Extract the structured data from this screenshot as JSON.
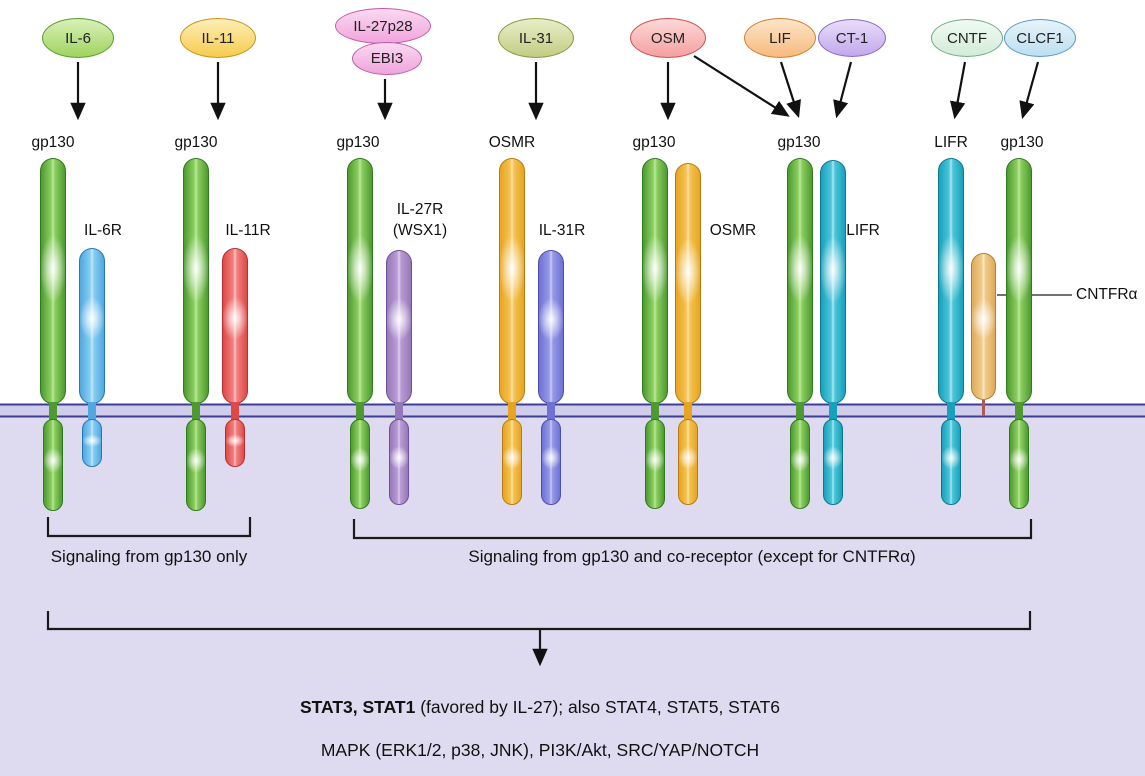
{
  "cytokines": [
    {
      "label": "IL-6"
    },
    {
      "label": "IL-11"
    },
    {
      "label": "IL-27p28"
    },
    {
      "label": "EBI3"
    },
    {
      "label": "IL-31"
    },
    {
      "label": "OSM"
    },
    {
      "label": "LIF"
    },
    {
      "label": "CT-1"
    },
    {
      "label": "CNTF"
    },
    {
      "label": "CLCF1"
    }
  ],
  "complexes": [
    {
      "primary": "gp130",
      "co": "IL-6R"
    },
    {
      "primary": "gp130",
      "co": "IL-11R"
    },
    {
      "primary": "gp130",
      "co": "IL-27R\n(WSX1)"
    },
    {
      "primary": "OSMR",
      "co": "IL-31R"
    },
    {
      "primary": "gp130",
      "co": "OSMR"
    },
    {
      "primary": "gp130",
      "co": "LIFR"
    },
    {
      "primary": "LIFR",
      "secondary": "gp130",
      "co": "CNTFRα"
    }
  ],
  "brackets": {
    "gp130_only": "Signaling from gp130 only",
    "gp130_co": "Signaling from gp130 and co-receptor (except for CNTFRα)"
  },
  "signaling": {
    "line1_bold": "STAT3, STAT1",
    "line1_rest": " (favored by IL-27); also STAT4, STAT5, STAT6",
    "line2": "MAPK (ERK1/2, p38, JNK), PI3K/Akt, SRC/YAP/NOTCH"
  },
  "colors": {
    "gp130": "#6cbf45",
    "IL6R": "#7ec8f0",
    "IL11R": "#f26a6a",
    "IL27R": "#b293cc",
    "OSMR": "#f3b13a",
    "IL31R": "#8b8ee4",
    "LIFR": "#2fb4c9",
    "CNTFRa": "#f3cf96",
    "membrane": "#3d3d96",
    "cytosol": "#dedbf0"
  }
}
